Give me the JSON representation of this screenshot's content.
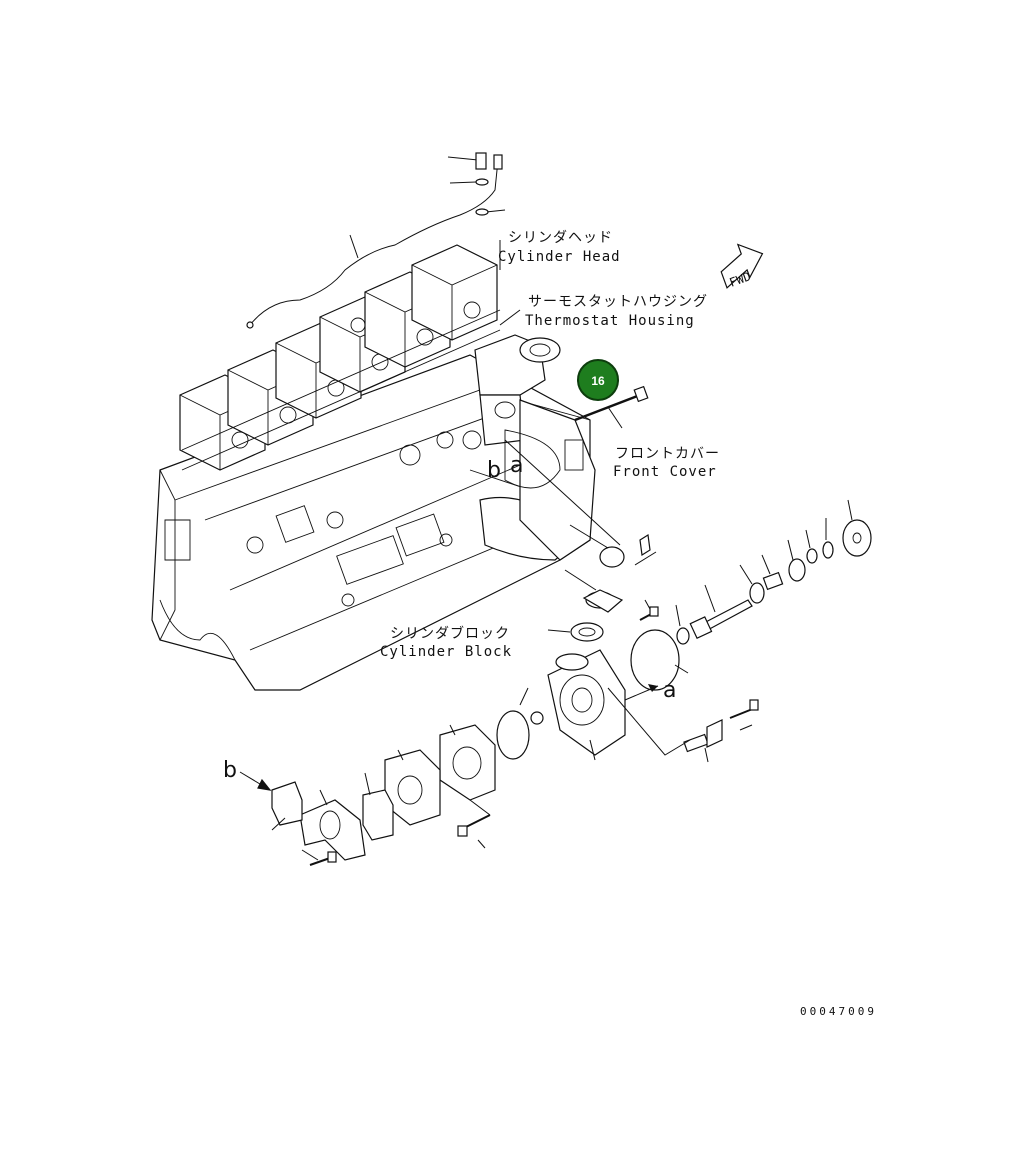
{
  "labels": {
    "cylinder_head_jp": "シリンダヘッド",
    "cylinder_head_en": "Cylinder Head",
    "thermostat_jp": "サーモスタットハウジング",
    "thermostat_en": "Thermostat Housing",
    "front_cover_jp": "フロントカバー",
    "front_cover_en": "Front Cover",
    "cylinder_block_jp": "シリンダブロック",
    "cylinder_block_en": "Cylinder Block"
  },
  "direction": {
    "fwd": "FWD"
  },
  "callouts": {
    "a_top": "a",
    "b_top": "b",
    "a_right": "a",
    "b_left": "b"
  },
  "badge": {
    "number": "16",
    "color": "#1e7d1e",
    "ring_color": "#0d3d0d"
  },
  "drawing_code": "00047009"
}
